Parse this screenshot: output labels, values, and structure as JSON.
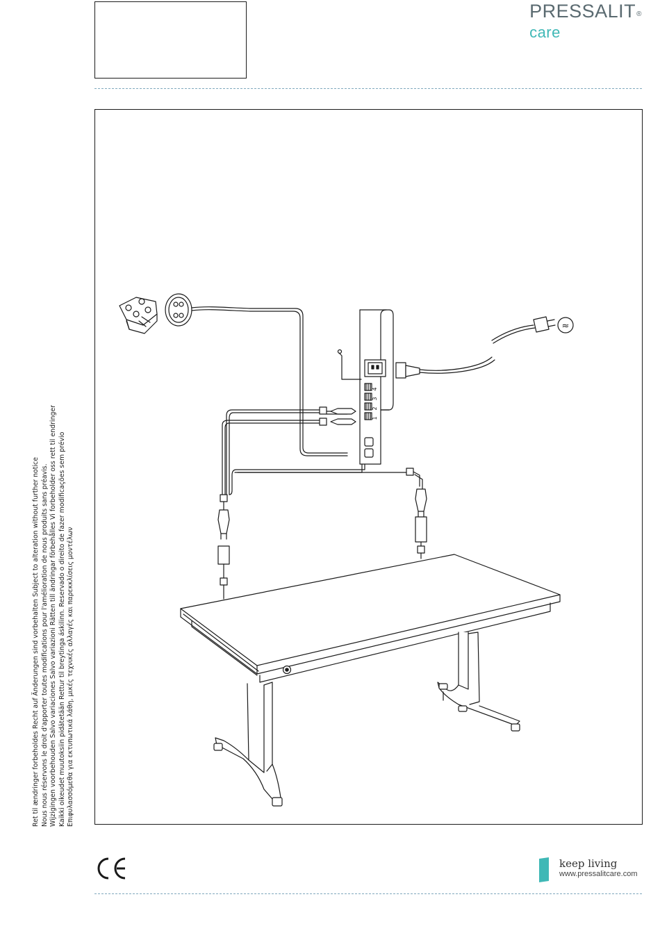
{
  "brand": {
    "name": "PRESSALIT",
    "reg_mark": "®",
    "sub": "care",
    "accent_color": "#3fb8b6",
    "name_color": "#5a6a70"
  },
  "notice_lines": [
    "Ret til ændringer forbeholdes  Recht auf Änderungen sind vorbehalten  Subject to alteration without further notice",
    "Nous nous réservons le droit d'apporter toutes modifications pour l'amélioration de nous produits sans préavis.",
    "Wijzigingen voorbehouden  Salvo variaciones  Salvo variazioni  Rätten till ändringar förbehålles  Vi forbeholder oss rett til endringer",
    "Kaikki oikeudet muutoksiin pidätetään  Rettur til breytinga áskilinn. Reservado o direito de fazer modificações sem prévio",
    "Επιφυλασσόμεθα για εκτυπωτικά λάθη, μικές τεχνικές αλλαγές και παρεκκλίσεις μοντέλων"
  ],
  "control_box": {
    "port_labels": [
      "4",
      "3",
      "2",
      "1"
    ]
  },
  "power_symbol": "≈",
  "footer": {
    "ce_mark": "CE",
    "tagline": "keep living",
    "website": "www.pressalitcare.com"
  },
  "icons": [
    "hand-control-icon",
    "push-button-icon",
    "control-box-icon",
    "power-plug-icon",
    "ac-power-icon",
    "height-adjustable-table-icon",
    "ce-mark-icon",
    "keep-living-logo-icon"
  ]
}
